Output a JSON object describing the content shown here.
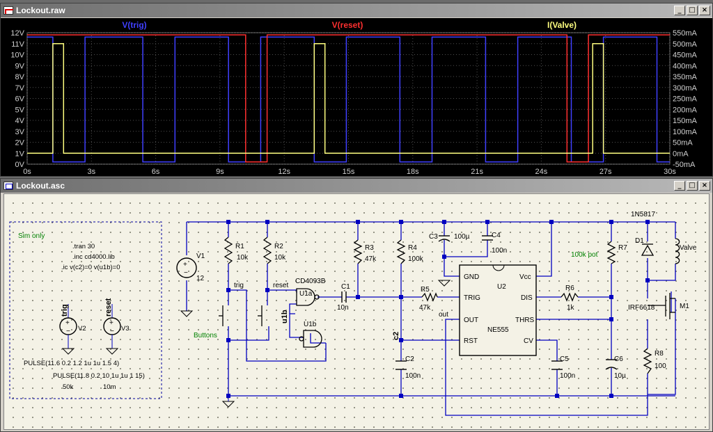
{
  "waveform_window": {
    "title": "Lockout.raw",
    "buttons": {
      "minimize": "_",
      "maximize": "□",
      "close": "×"
    },
    "traces": [
      {
        "name": "V(trig)",
        "color": "#4040ff"
      },
      {
        "name": "V(reset)",
        "color": "#ff3030"
      },
      {
        "name": "I(Valve)",
        "color": "#ffff80"
      }
    ],
    "left_axis_labels": [
      "12V",
      "11V",
      "10V",
      "9V",
      "8V",
      "7V",
      "6V",
      "5V",
      "4V",
      "3V",
      "2V",
      "1V",
      "0V"
    ],
    "right_axis_labels": [
      "550mA",
      "500mA",
      "450mA",
      "400mA",
      "350mA",
      "300mA",
      "250mA",
      "200mA",
      "150mA",
      "100mA",
      "50mA",
      "0mA",
      "-50mA"
    ],
    "x_axis_labels": [
      "0s",
      "3s",
      "6s",
      "9s",
      "12s",
      "15s",
      "18s",
      "21s",
      "24s",
      "27s",
      "30s"
    ]
  },
  "chart_data": {
    "type": "line",
    "xlabel": "",
    "xlim": [
      0,
      30
    ],
    "ylim_left": [
      0,
      12
    ],
    "ylim_right": [
      -50,
      550
    ],
    "grid": true,
    "legend": "top",
    "series": [
      {
        "name": "V(trig)",
        "axis": "left",
        "points": [
          [
            0,
            11.6
          ],
          [
            1.2,
            11.6
          ],
          [
            1.2,
            0.2
          ],
          [
            2.7,
            0.2
          ],
          [
            2.7,
            11.6
          ],
          [
            5.4,
            11.6
          ],
          [
            5.4,
            0.2
          ],
          [
            6.9,
            0.2
          ],
          [
            6.9,
            11.6
          ],
          [
            9.4,
            11.6
          ],
          [
            9.4,
            0.2
          ],
          [
            10.9,
            0.2
          ],
          [
            10.9,
            11.6
          ],
          [
            13.4,
            11.6
          ],
          [
            13.4,
            0.2
          ],
          [
            14.9,
            0.2
          ],
          [
            14.9,
            11.6
          ],
          [
            17.4,
            11.6
          ],
          [
            17.4,
            0.2
          ],
          [
            18.9,
            0.2
          ],
          [
            18.9,
            11.6
          ],
          [
            21.4,
            11.6
          ],
          [
            21.4,
            0.2
          ],
          [
            22.9,
            0.2
          ],
          [
            22.9,
            11.6
          ],
          [
            25.4,
            11.6
          ],
          [
            25.4,
            0.2
          ],
          [
            26.9,
            0.2
          ],
          [
            26.9,
            11.6
          ],
          [
            29.4,
            11.6
          ],
          [
            29.4,
            0.2
          ],
          [
            30,
            0.2
          ]
        ]
      },
      {
        "name": "V(reset)",
        "axis": "left",
        "points": [
          [
            0,
            11.8
          ],
          [
            10.2,
            11.8
          ],
          [
            10.2,
            0.2
          ],
          [
            11.2,
            0.2
          ],
          [
            11.2,
            11.8
          ],
          [
            25.2,
            11.8
          ],
          [
            25.2,
            0.2
          ],
          [
            26.2,
            0.2
          ],
          [
            26.2,
            11.8
          ],
          [
            30,
            11.8
          ]
        ]
      },
      {
        "name": "I(Valve)",
        "axis": "right",
        "points": [
          [
            0,
            0
          ],
          [
            1.2,
            0
          ],
          [
            1.2,
            500
          ],
          [
            1.7,
            500
          ],
          [
            1.7,
            0
          ],
          [
            13.4,
            0
          ],
          [
            13.4,
            500
          ],
          [
            13.9,
            500
          ],
          [
            13.9,
            0
          ],
          [
            26.4,
            0
          ],
          [
            26.4,
            500
          ],
          [
            26.9,
            500
          ],
          [
            26.9,
            0
          ],
          [
            30,
            0
          ]
        ]
      }
    ]
  },
  "schematic_window": {
    "title": "Lockout.asc",
    "buttons": {
      "minimize": "_",
      "maximize": "□",
      "close": "×"
    },
    "sim_box": {
      "title": "Sim only",
      "directives": [
        ".tran 30",
        ".inc cd4000.lib",
        ".ic v(c2)=0 v(u1b)=0"
      ],
      "source_labels": [
        "trig",
        "reset"
      ],
      "v2_label": "V2",
      "v3_label": "V3",
      "pulse1": "PULSE(11.6 0.2 1.2 1u 1u 1.5 4)",
      "pulse2": "PULSE(11.8 0.2 10 1u 1u 1 15)",
      "r_text": "50k",
      "t_text": "10m"
    },
    "components": {
      "v1": "V1",
      "v1_val": "12",
      "r1": "R1",
      "r1_val": "10k",
      "r2": "R2",
      "r2_val": "10k",
      "r3": "R3",
      "r3_val": "47k",
      "r4": "R4",
      "r4_val": "100k",
      "r5": "R5",
      "r5_val": "47k",
      "r6": "R6",
      "r6_val": "1k",
      "r7": "R7",
      "r8": "R8",
      "r8_val": "100",
      "c1": "C1",
      "c1_val": "10n",
      "c2": "C2",
      "c2_val": "100n",
      "c3": "C3",
      "c3_val": "100µ",
      "c4": "C4",
      "c4_val": "100n",
      "c5": "C5",
      "c5_val": "100n",
      "c6": "C6",
      "c6_val": "10µ",
      "d1": "D1",
      "d1_val": "1N5817",
      "m1": "M1",
      "m1_val": "IRF6618",
      "valve": "Valve",
      "u1a": "U1a",
      "u1b": "U1b",
      "u1_part": "CD4093B",
      "u2": "U2",
      "u2_part": "NE555",
      "pot": "100k pot",
      "buttons": "Buttons",
      "net_trig": "trig",
      "net_reset": "reset",
      "net_out": "out",
      "net_u1b": "u1b",
      "net_c2": "c2",
      "pins": {
        "gnd": "GND",
        "vcc": "Vcc",
        "trig": "TRIG",
        "dis": "DIS",
        "out": "OUT",
        "thrs": "THRS",
        "rst": "RST",
        "cv": "CV"
      }
    }
  }
}
